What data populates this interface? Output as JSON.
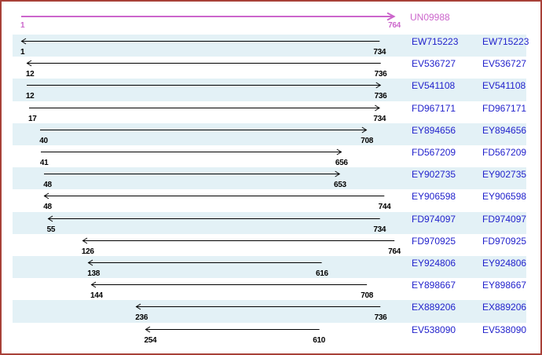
{
  "window": {
    "border_color": "#a84038",
    "background_color": "#ffffff"
  },
  "colors": {
    "contig_magenta": "#cc66cc",
    "accession_blue": "#2222cc",
    "row_stripe_cyan": "#e3f1f6",
    "arrow_black": "#000000"
  },
  "contig": {
    "name": "UN09988",
    "start": 1,
    "end": 764,
    "start_label": "1",
    "end_label": "764",
    "direction": "right"
  },
  "alignments": {
    "rows": [
      {
        "accession": "EW715223",
        "start": 1,
        "end": 734,
        "direction": "left"
      },
      {
        "accession": "EV536727",
        "start": 12,
        "end": 736,
        "direction": "left"
      },
      {
        "accession": "EV541108",
        "start": 12,
        "end": 736,
        "direction": "right"
      },
      {
        "accession": "FD967171",
        "start": 17,
        "end": 734,
        "direction": "right"
      },
      {
        "accession": "EY894656",
        "start": 40,
        "end": 708,
        "direction": "right"
      },
      {
        "accession": "FD567209",
        "start": 41,
        "end": 656,
        "direction": "right"
      },
      {
        "accession": "EY902735",
        "start": 48,
        "end": 653,
        "direction": "right"
      },
      {
        "accession": "EY906598",
        "start": 48,
        "end": 744,
        "direction": "left"
      },
      {
        "accession": "FD974097",
        "start": 55,
        "end": 734,
        "direction": "left"
      },
      {
        "accession": "FD970925",
        "start": 126,
        "end": 764,
        "direction": "left"
      },
      {
        "accession": "EY924806",
        "start": 138,
        "end": 616,
        "direction": "left"
      },
      {
        "accession": "EY898667",
        "start": 144,
        "end": 708,
        "direction": "left"
      },
      {
        "accession": "EX889206",
        "start": 236,
        "end": 736,
        "direction": "left"
      },
      {
        "accession": "EV538090",
        "start": 254,
        "end": 610,
        "direction": "left"
      }
    ]
  }
}
